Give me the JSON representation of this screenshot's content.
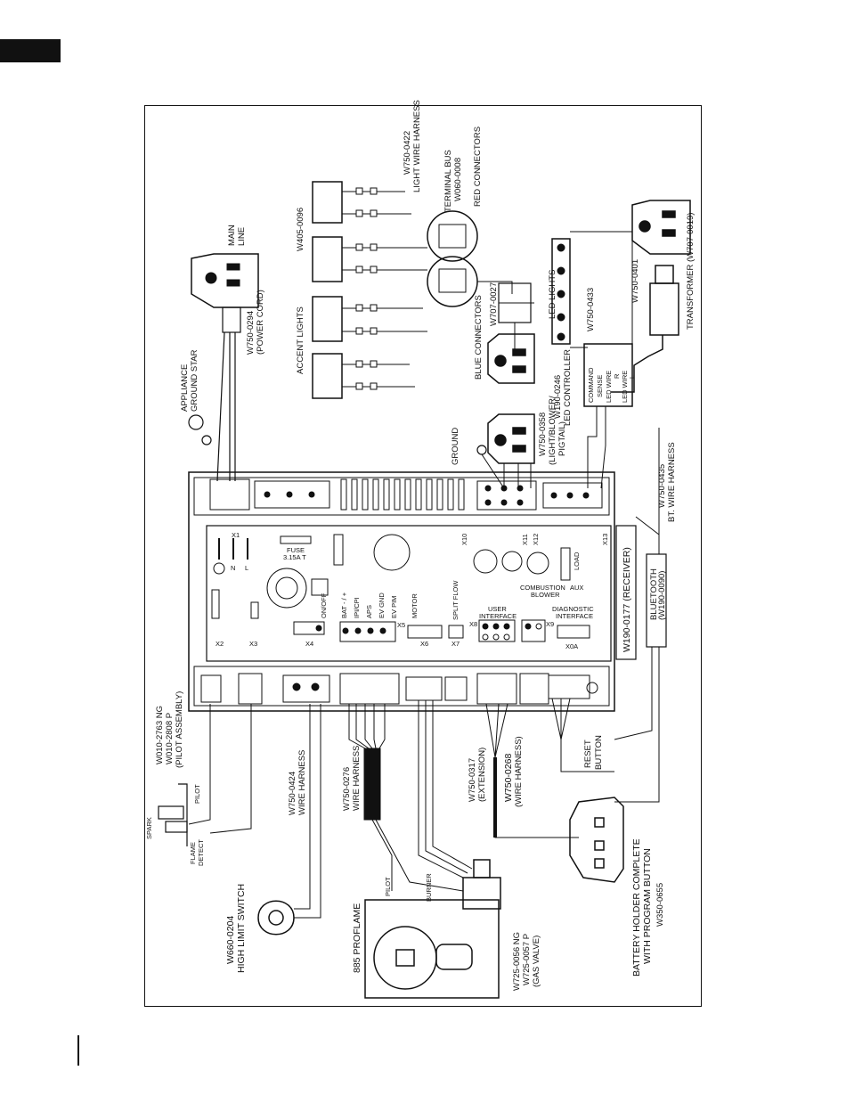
{
  "diagram": {
    "labels": {
      "main_line": [
        "MAIN",
        "LINE"
      ],
      "power_cord": [
        "W750-0294",
        "(POWER CORD)"
      ],
      "ground_star": [
        "APPLIANCE",
        "GROUND STAR"
      ],
      "w405": "W405-0096",
      "accent_lights": "ACCENT LIGHTS",
      "light_harness": [
        "W750-0422",
        "LIGHT WIRE HARNESS"
      ],
      "terminal_bus": [
        "TERMINAL BUS",
        "W060-0008"
      ],
      "red_connectors": "RED CONNECTORS",
      "blue_connectors": "BLUE CONNECTORS",
      "w707_0027": "W707-0027",
      "led_lights": "LED LIGHTS",
      "w750_0433": "W750-0433",
      "w750_0401": "W750-0401",
      "transformer": "TRANSFORMER (W707-0019)",
      "led_controller": [
        "W190-0246",
        "LED CONTROLLER"
      ],
      "led_box_text": [
        "COMMAND",
        "SENSE",
        "LED WIRE",
        "R",
        "LED WIRE",
        "L"
      ],
      "ground": "GROUND",
      "pigtail": [
        "W750-0358",
        "(LIGHT/BLOWER/",
        "PIGTAIL)"
      ],
      "bt_harness": [
        "W750-0435",
        "BT. WIRE HARNESS"
      ],
      "receiver": "W190-0177 (RECEIVER)",
      "bluetooth": [
        "BLUETOOTH",
        "(W190-0090)"
      ],
      "pilot_assembly": [
        "W010-2763 NG",
        "W010-2808 P",
        "(PILOT ASSEMBLY)"
      ],
      "w750_0424": [
        "W750-0424",
        "WIRE HARNESS"
      ],
      "w750_0276": [
        "W750-0276",
        "WIRE HARNESS"
      ],
      "w750_0317": [
        "W750-0317",
        "(EXTENSION)"
      ],
      "w750_0268": [
        "W750-0268",
        "(WIRE HARNESS)"
      ],
      "reset_button": [
        "RESET",
        "BUTTON"
      ],
      "battery_holder": [
        "BATTERY HOLDER COMPLETE",
        "WITH PROGRAM BUTTON",
        "W350-0655"
      ],
      "high_limit": [
        "W660-0204",
        "HIGH LIMIT SWITCH"
      ],
      "proflame": "885 PROFLAME",
      "gas_valve": [
        "W725-0056 NG",
        "W725-0057 P",
        "(GAS VALVE)"
      ],
      "spark": "SPARK",
      "pilot_small": "PILOT",
      "flame_detect": [
        "FLAME",
        "DETECT"
      ],
      "burner": "BURNER",
      "board": {
        "x1": "X1",
        "n": "N",
        "l": "L",
        "fuse": [
          "FUSE",
          "3.15A T"
        ],
        "x2": "X2",
        "x3": "X3",
        "x4": "X4",
        "onoff": "ON/OFF",
        "x5": "X5",
        "x5_pins": [
          "BAT - / +",
          "IPI/CPI",
          "APS",
          "EV GND",
          "EV PIM"
        ],
        "x6": "X6",
        "motor": "MOTOR",
        "x7": "X7",
        "split_flow": "SPLIT FLOW",
        "x8": "X8",
        "user_interface": [
          "USER",
          "INTERFACE"
        ],
        "x9": "X9",
        "diagnostic_interface": [
          "DIAGNOSTIC",
          "INTERFACE"
        ],
        "x0a": "X0A",
        "x10": "X10",
        "x11": "X11",
        "x12": "X12",
        "x13": "X13",
        "combustion_blower": [
          "COMBUSTION",
          "BLOWER"
        ],
        "aux": "AUX",
        "load": "LOAD"
      }
    }
  }
}
